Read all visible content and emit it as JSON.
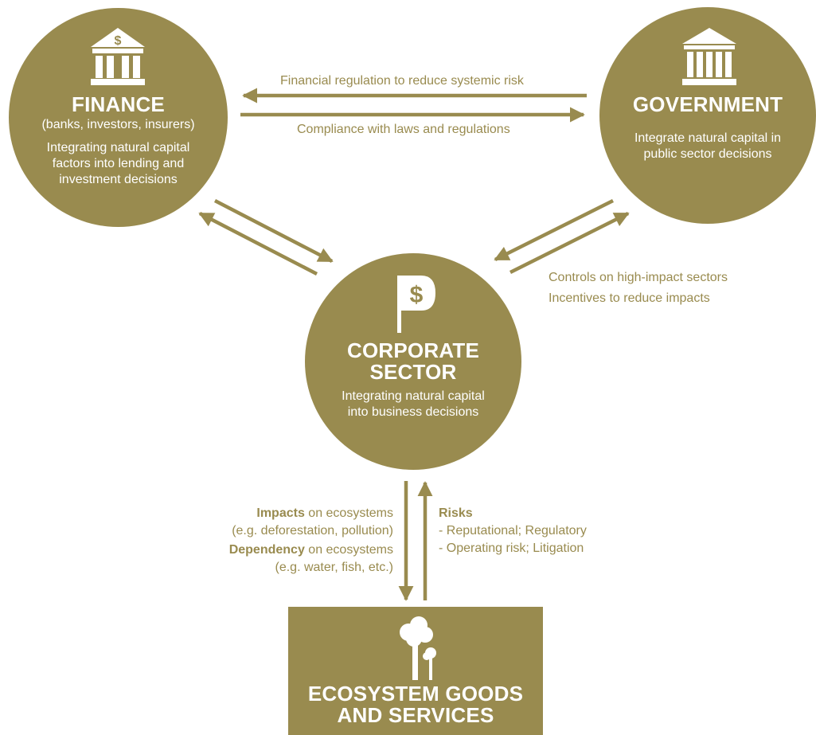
{
  "colors": {
    "olive": "#998b4f",
    "white": "#ffffff"
  },
  "finance": {
    "icon": "bank-dollar-icon",
    "title": "FINANCE",
    "subtitle": "(banks, investors, insurers)",
    "description": [
      "Integrating natural capital",
      "factors into lending and",
      "investment decisions"
    ]
  },
  "government": {
    "icon": "government-building-icon",
    "title": "GOVERNMENT",
    "description": [
      "Integrate natural capital in",
      "public sector decisions"
    ]
  },
  "corporate": {
    "icon": "dollar-flag-icon",
    "title": [
      "CORPORATE",
      "SECTOR"
    ],
    "description": [
      "Integrating natural capital",
      "into business decisions"
    ]
  },
  "ecosystem": {
    "icon": "trees-icon",
    "title": [
      "ECOSYSTEM GOODS",
      "AND SERVICES"
    ]
  },
  "links": {
    "gov_to_finance": "Financial regulation to reduce systemic risk",
    "finance_to_gov": "Compliance with laws and regulations",
    "gov_to_corporate": [
      "Controls on high-impact sectors",
      "Incentives to reduce impacts"
    ],
    "corporate_to_ecosystem": {
      "impacts_bold": "Impacts",
      "impacts_rest": " on ecosystems",
      "impacts_example": "(e.g. deforestation, pollution)",
      "dependency_bold": "Dependency",
      "dependency_rest": " on ecosystems",
      "dependency_example": "(e.g. water, fish, etc.)"
    },
    "ecosystem_to_corporate": {
      "heading": "Risks",
      "items": [
        "- Reputational; Regulatory",
        "- Operating risk; Litigation"
      ]
    }
  }
}
